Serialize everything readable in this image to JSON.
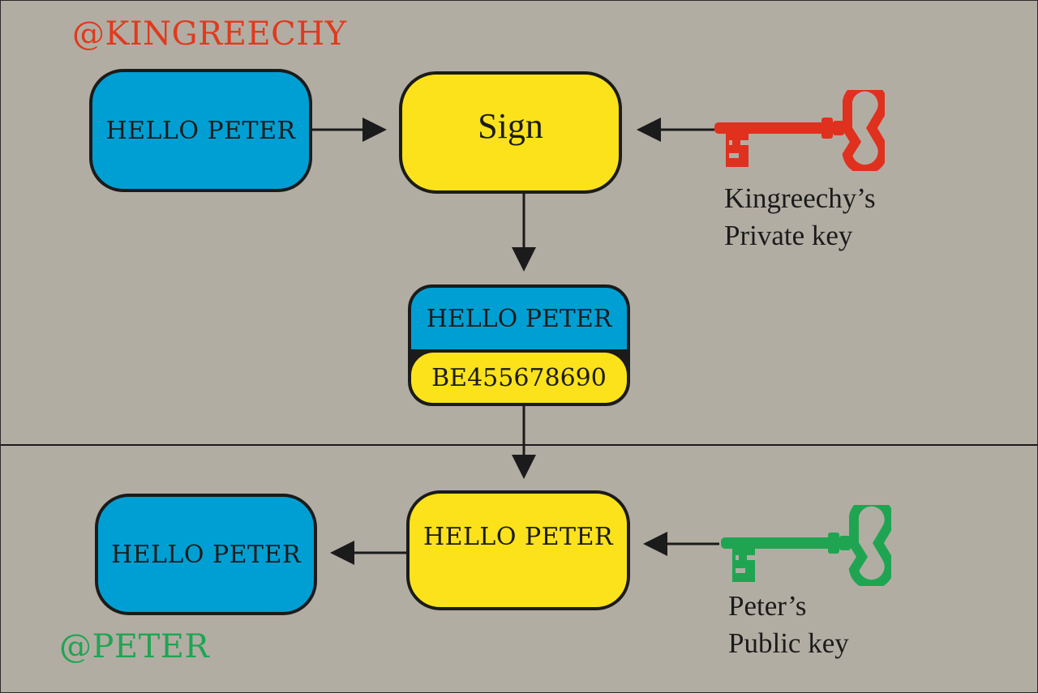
{
  "sender": {
    "handle": "@KINGREECHY",
    "color": "#e03a1e",
    "message_label": "HELLO PETER"
  },
  "sign_step": {
    "label": "Sign"
  },
  "signed_message": {
    "message_label": "HELLO PETER",
    "signature_label": "BE455678690"
  },
  "private_key": {
    "icon": "key-icon",
    "color": "#e0301e",
    "caption_line1": "Kingreechy’s",
    "caption_line2": "Private key"
  },
  "receiver": {
    "handle": "@PETER",
    "color": "#1fa552",
    "verify_label": "HELLO PETER",
    "result_label": "HELLO PETER"
  },
  "public_key": {
    "icon": "key-icon",
    "color": "#1fa552",
    "caption_line1": "Peter’s",
    "caption_line2": "Public key"
  }
}
